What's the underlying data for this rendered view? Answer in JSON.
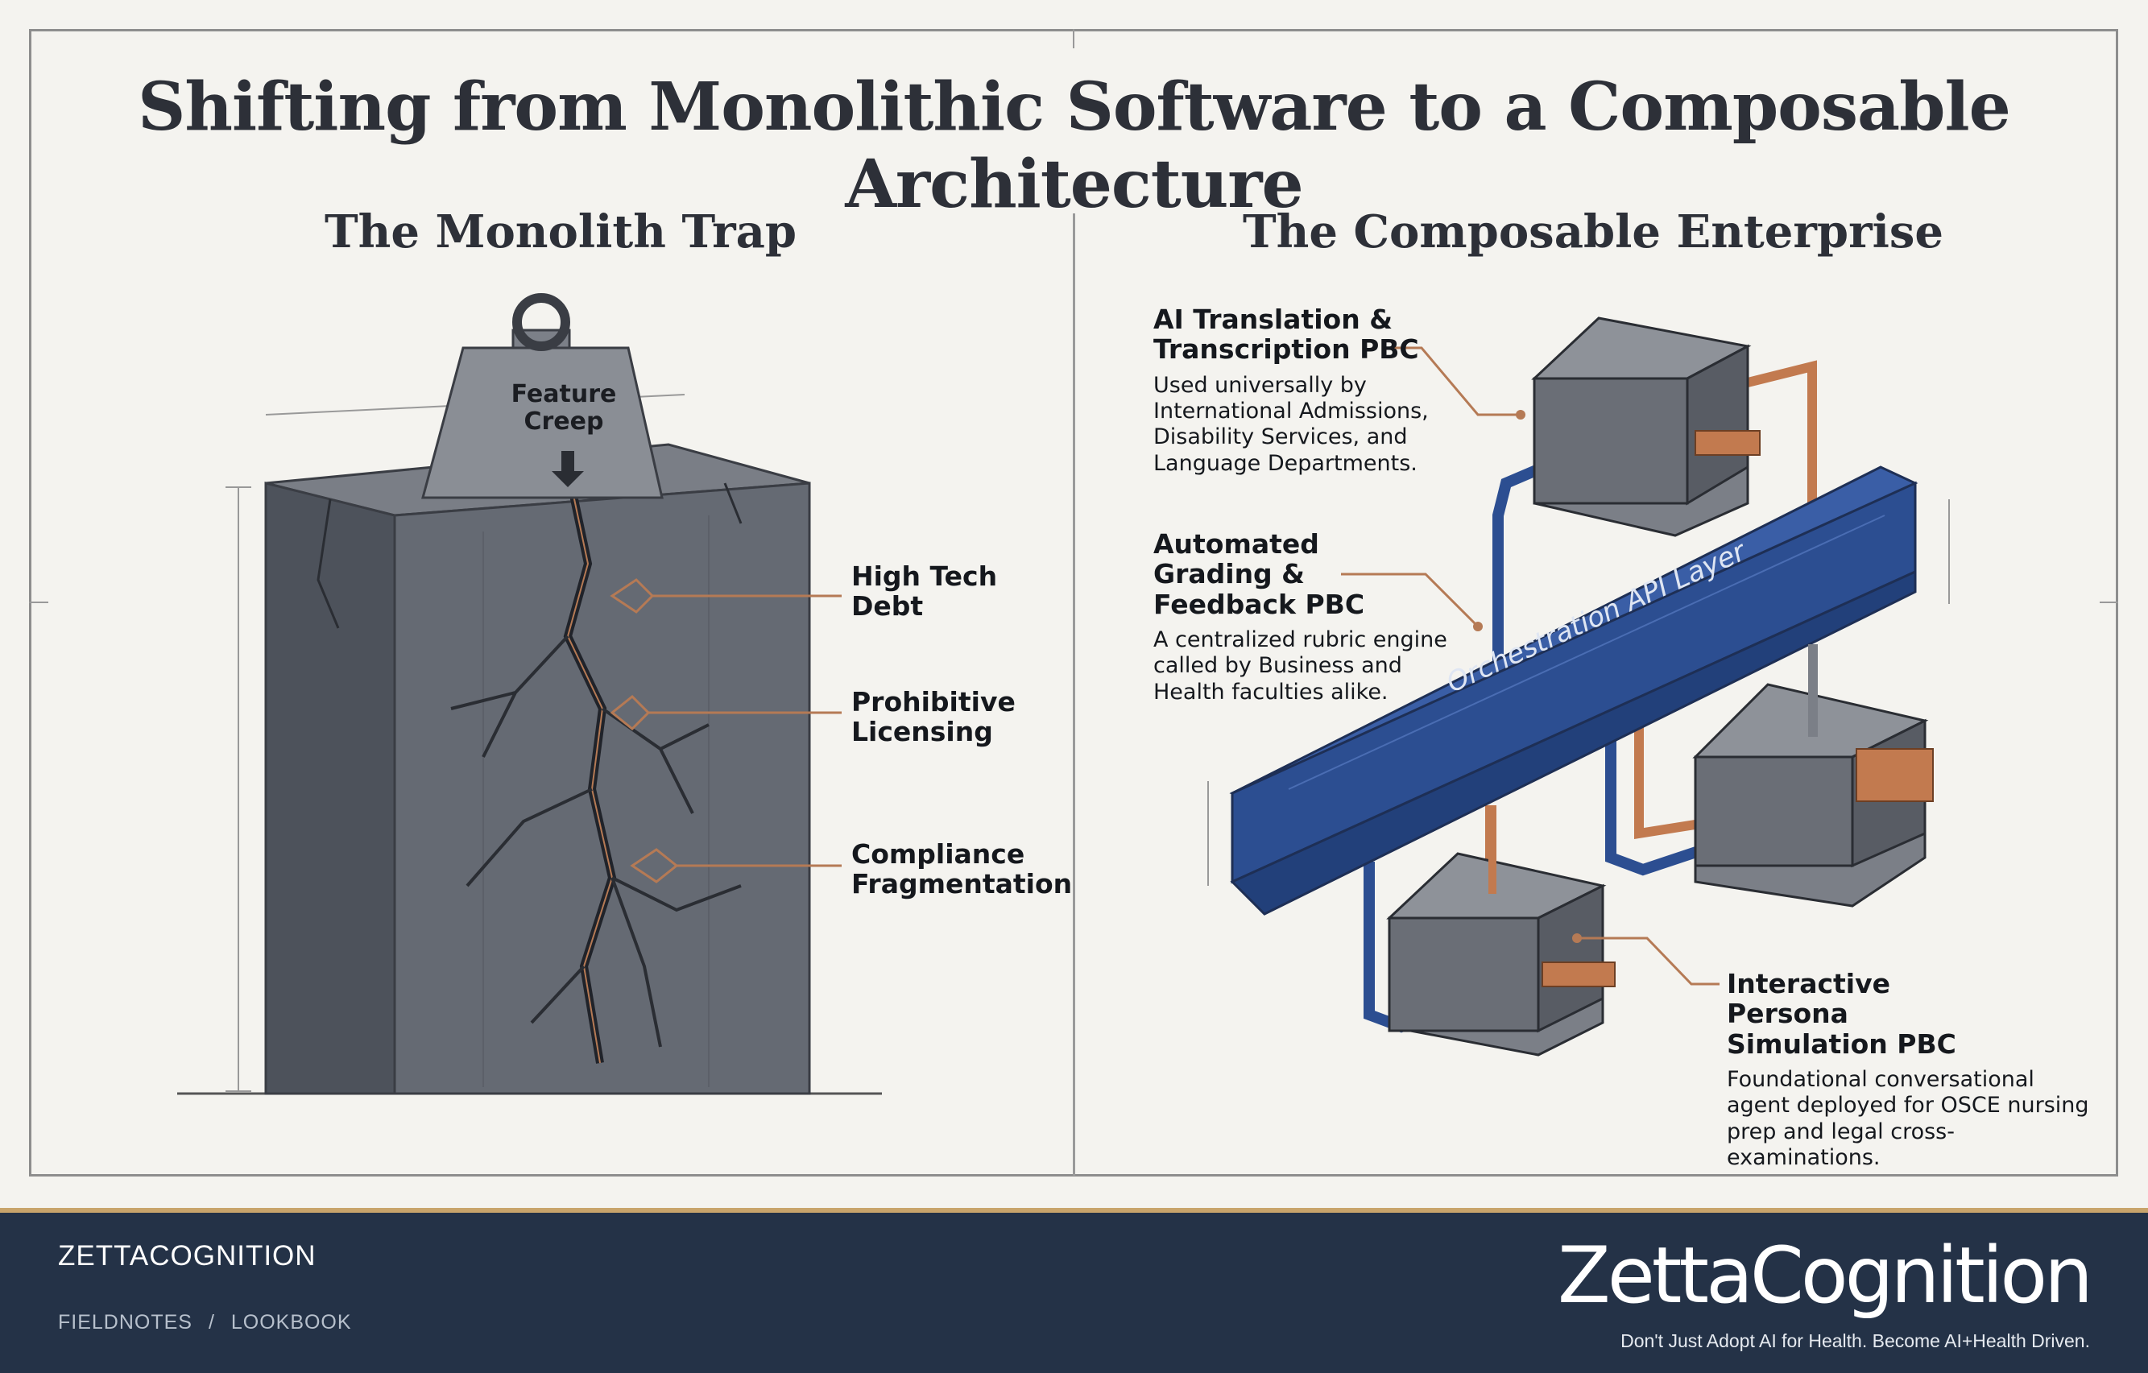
{
  "title": "Shifting from Monolithic Software to a Composable Architecture",
  "left": {
    "heading": "The Monolith Trap",
    "weight_label": "Feature Creep",
    "cracks": [
      "High Tech Debt",
      "Prohibitive Licensing",
      "Compliance Fragmentation"
    ]
  },
  "right": {
    "heading": "The Composable Enterprise",
    "beam_label": "Orchestration API Layer",
    "components": [
      {
        "name": "AI Translation & Transcription PBC",
        "description": "Used universally by International Admissions, Disability Services, and Language Departments."
      },
      {
        "name": "Automated Grading & Feedback PBC",
        "description": "A centralized rubric engine called by Business and Health faculties alike."
      },
      {
        "name": "Interactive Persona Simulation PBC",
        "description": "Foundational conversational agent deployed for OSCE nursing prep and legal cross-examinations."
      }
    ]
  },
  "footer": {
    "brand": "ZETTACOGNITION",
    "breadcrumb": [
      "FIELDNOTES",
      "/",
      "LOOKBOOK"
    ],
    "logo_text": "ZettaCognition",
    "tagline": "Don't Just Adopt AI for Health. Become AI+Health Driven."
  },
  "colors": {
    "beam": "#2c4e91",
    "copper": "#c27a4f",
    "stone": "#5f646d",
    "footer": "#243247",
    "footer_rule": "#c8a46b"
  }
}
